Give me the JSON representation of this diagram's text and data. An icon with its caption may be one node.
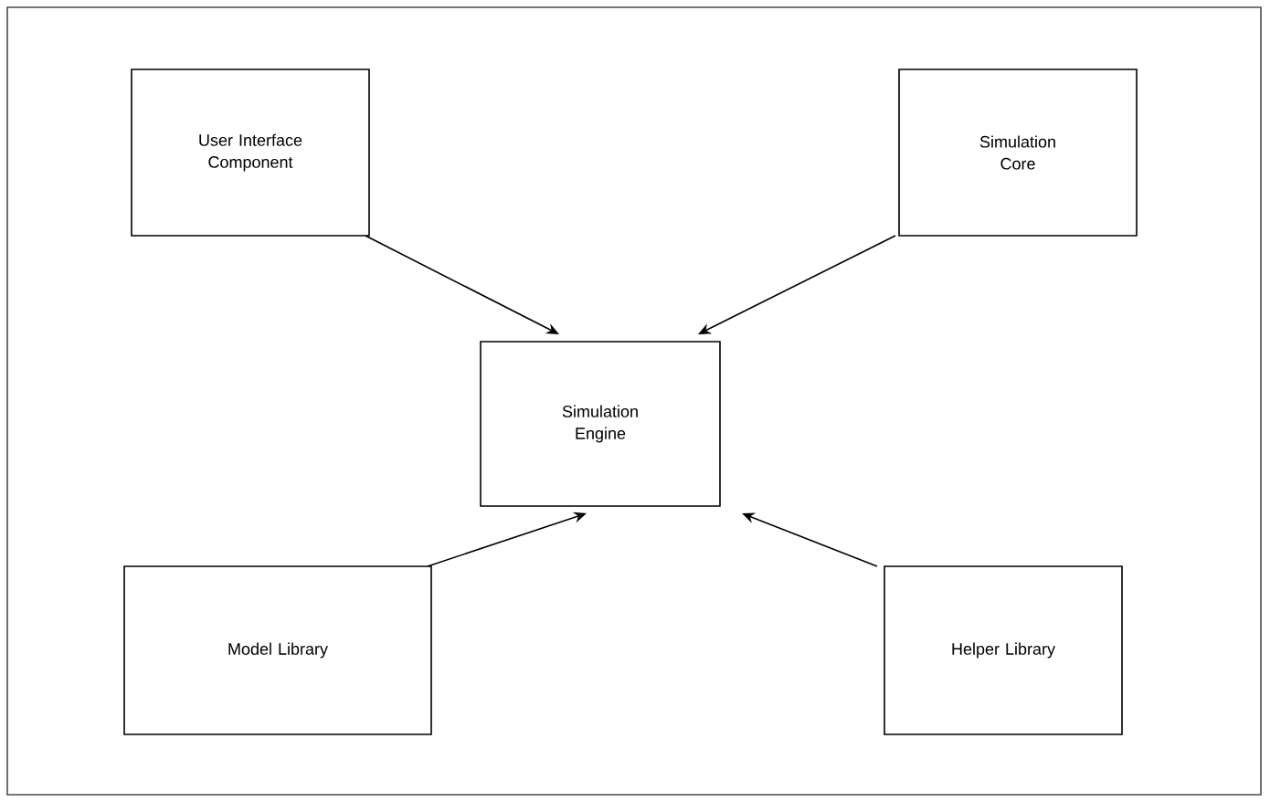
{
  "diagram": {
    "nodes": [
      {
        "text": [
          "User Interface Component"
        ]
      },
      {
        "text": [
          "Simulation Core"
        ]
      },
      {
        "text": [
          "Simulation Engine"
        ]
      },
      {
        "text": [
          "Model Library"
        ]
      },
      {
        "text": [
          "Helper Library"
        ]
      }
    ],
    "edges": [
      {
        "from": 0,
        "to": 2,
        "arrow": "to"
      },
      {
        "from": 1,
        "to": 2,
        "arrow": "to"
      },
      {
        "from": 3,
        "to": 2,
        "arrow": "to"
      },
      {
        "from": 4,
        "to": 2,
        "arrow": "to"
      }
    ]
  }
}
